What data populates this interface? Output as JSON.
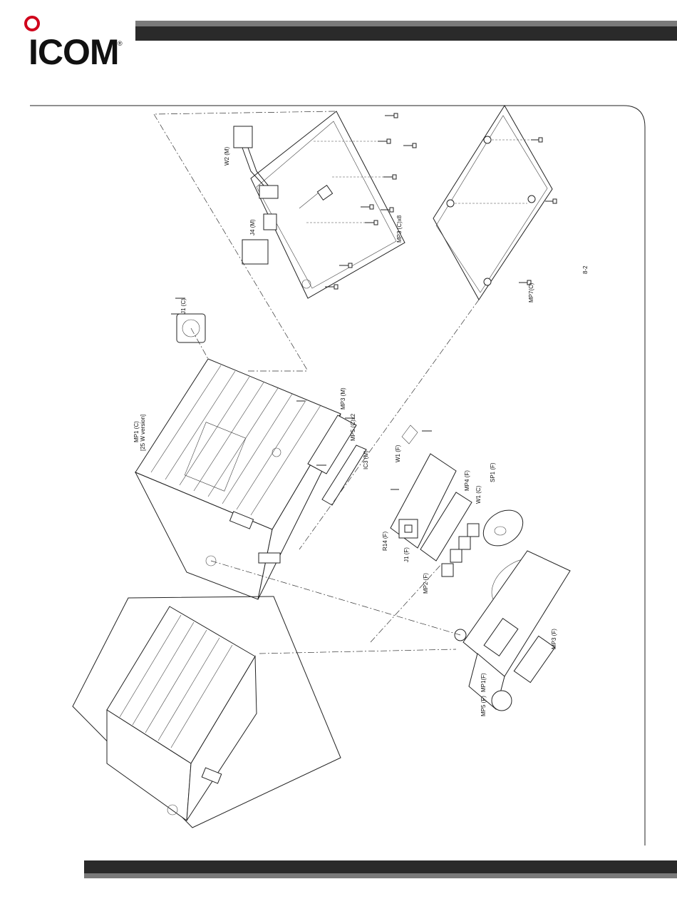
{
  "brand": {
    "name": "ICOM",
    "reg_mark": "®",
    "accent_color": "#d0021b"
  },
  "labels": {
    "w2": "W2 (M)",
    "j4": "J4 (M)",
    "mp3_c_x8": "MP3 (C)x8",
    "j1_c": "J1 (C)",
    "mp7_c": "MP7(C)",
    "page_mark": "8-2",
    "mp1_c": "MP1 (C)",
    "mp1_c_note": "[25 W version]",
    "mp3_m": "MP3 (M)",
    "mp5_c_x2": "MP5 (C)x2",
    "ic3_m": "IC3 (M)",
    "w1_f": "W1 (F)",
    "mp4_f": "MP4 (F)",
    "w1_c": "W1 (C)",
    "sp1_f": "SP1 (F)",
    "r14_f": "R14 (F)",
    "j1_f": "J1 (F)",
    "mp2_f": "MP2 (F)",
    "mp3_f": "MP3 (F)",
    "mp1_f": "MP1(F)",
    "mp5_f": "MP5 (F)"
  }
}
